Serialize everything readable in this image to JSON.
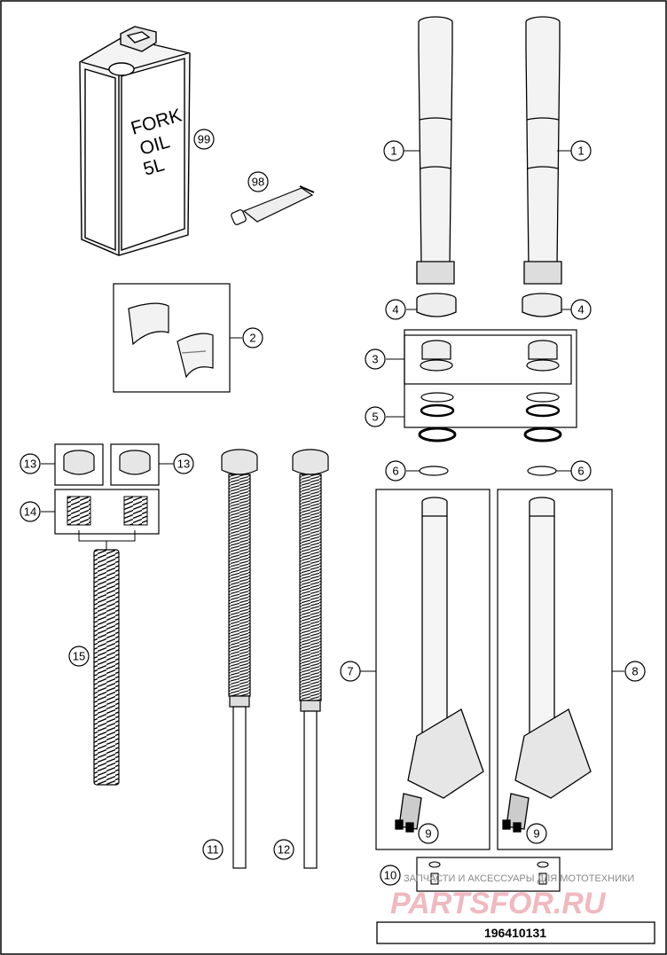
{
  "diagram": {
    "part_number": "196410131",
    "oil_can": {
      "line1": "FORK",
      "line2": "OIL",
      "line3": "5L"
    },
    "watermark": {
      "tagline": "ЗАПЧАСТИ И АКСЕССУАРЫ ДЛЯ МОТОТЕХНИКИ",
      "site": "PARTSFOR.RU"
    },
    "callouts": {
      "c99": "99",
      "c98": "98",
      "c2": "2",
      "c1a": "1",
      "c1b": "1",
      "c4a": "4",
      "c4b": "4",
      "c3": "3",
      "c5": "5",
      "c6a": "6",
      "c6b": "6",
      "c13a": "13",
      "c13b": "13",
      "c14": "14",
      "c15": "15",
      "c7": "7",
      "c8": "8",
      "c9a": "9",
      "c9b": "9",
      "c10": "10",
      "c11": "11",
      "c12": "12"
    }
  }
}
